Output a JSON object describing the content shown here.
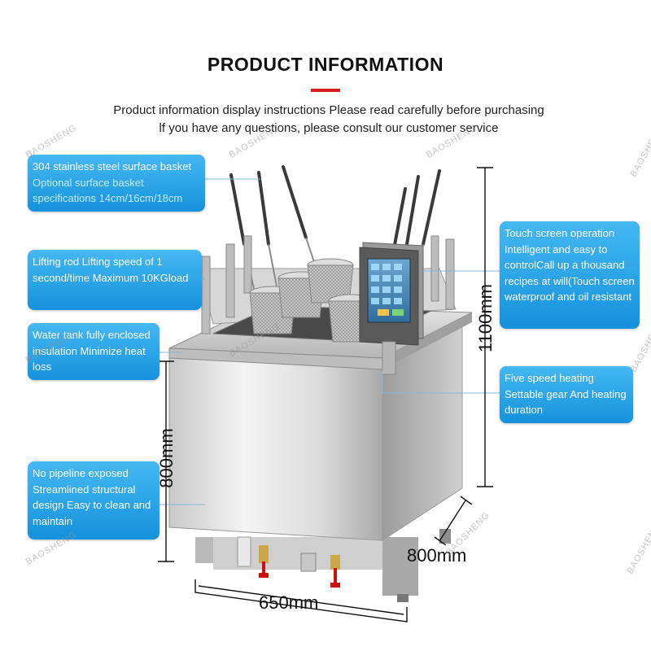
{
  "header": {
    "title": "PRODUCT INFORMATION",
    "line1": "Product information display instructions Please read carefully before purchasing",
    "line2": "lf you have any questions, please consult our customer service"
  },
  "callouts": {
    "basket_a": "304 stainless steel surface basket",
    "basket_b": "Optional surface basket specifications 14cm/16cm/18cm",
    "lifting": "Lifting rod Lifting speed of 1 second/time Maximum 10KGload",
    "tank": "Water tank fully enclosed insulation Minimize heat loss",
    "pipeline": "No pipeline exposed Streamlined structural design Easy to clean and maintain",
    "touch": "Touch screen operation Intelligent and easy to controlCall up a thousand recipes at will(Touch screen waterproof and oil resistant",
    "heating": "Five speed heating Settable gear And heating duration"
  },
  "dimensions": {
    "height_total": "1100mm",
    "height_body": "800mm",
    "depth": "800mm",
    "width": "650mm"
  },
  "watermark": "BAOSHENG",
  "colors": {
    "accent_red": "#d81e1e",
    "callout_blue": "#1e9be0"
  }
}
